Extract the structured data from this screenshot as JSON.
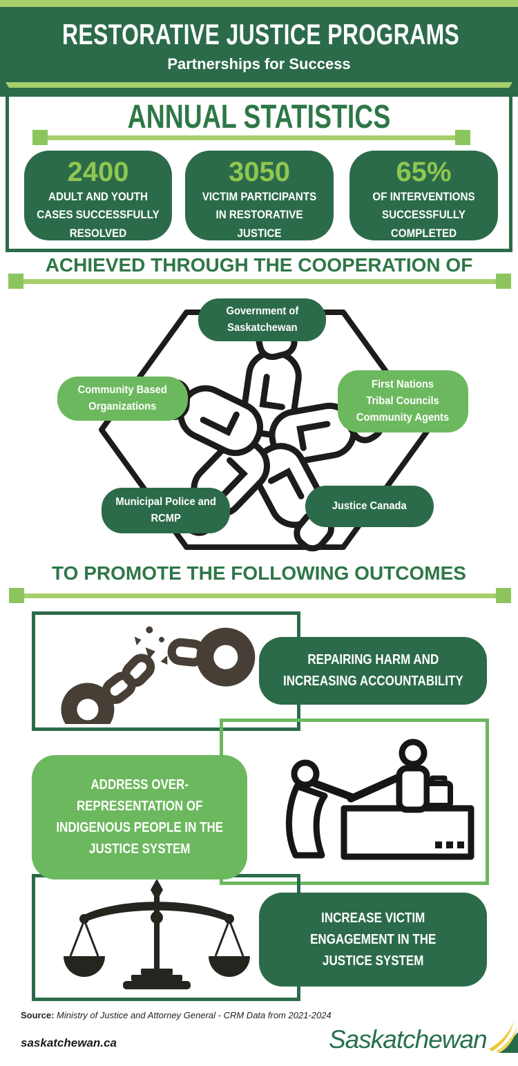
{
  "header": {
    "title": "RESTORATIVE JUSTICE PROGRAMS",
    "subtitle": "Partnerships for Success"
  },
  "stats": {
    "heading": "ANNUAL STATISTICS",
    "items": [
      {
        "value": "2400",
        "label": [
          "ADULT AND YOUTH",
          "CASES SUCCESSFULLY",
          "RESOLVED"
        ]
      },
      {
        "value": "3050",
        "label": [
          "VICTIM PARTICIPANTS",
          "IN RESTORATIVE",
          "JUSTICE"
        ]
      },
      {
        "value": "65%",
        "label": [
          "OF INTERVENTIONS",
          "SUCCESSFULLY",
          "COMPLETED"
        ]
      }
    ]
  },
  "cooperation": {
    "heading": "ACHIEVED THROUGH THE COOPERATION OF",
    "center_icon": "five-people-huddle",
    "partners": [
      {
        "label": [
          "Government of",
          "Saskatchewan"
        ],
        "style": "dark"
      },
      {
        "label": [
          "Community Based",
          "Organizations"
        ],
        "style": "light"
      },
      {
        "label": [
          "First Nations",
          "Tribal Councils",
          "Community Agents"
        ],
        "style": "light"
      },
      {
        "label": [
          "Municipal Police and",
          "RCMP"
        ],
        "style": "dark"
      },
      {
        "label": [
          "Justice Canada"
        ],
        "style": "dark"
      }
    ]
  },
  "outcomes": {
    "heading": "TO PROMOTE THE FOLLOWING OUTCOMES",
    "items": [
      {
        "label": [
          "REPAIRING HARM AND",
          "INCREASING ACCOUNTABILITY"
        ],
        "icon": "broken-handcuffs",
        "style": "dark"
      },
      {
        "label": [
          "ADDRESS OVER-",
          "REPRESENTATION OF",
          "INDIGENOUS PEOPLE IN THE",
          "JUSTICE SYSTEM"
        ],
        "icon": "person-helping-up-stairs",
        "style": "light"
      },
      {
        "label": [
          "INCREASE VICTIM",
          "ENGAGEMENT IN THE",
          "JUSTICE SYSTEM"
        ],
        "icon": "scales-of-justice",
        "style": "dark"
      }
    ]
  },
  "footer": {
    "source_label": "Source:",
    "source_text": "Ministry of Justice and Attorney General - CRM Data from 2021-2024",
    "website": "saskatchewan.ca",
    "logo_text": "Saskatchewan"
  },
  "colors": {
    "dark_green": "#2c6b4a",
    "light_green": "#6cb85e",
    "heading_green": "#2e7747",
    "accent_line": "#a6cf6b",
    "accent_square": "#8cc55e",
    "stat_number_green": "#8fc751",
    "icon_dark_gray": "#473f35",
    "icon_black": "#1d1c1a",
    "logo_green": "#27714e",
    "wheat_yellow": "#eec93f"
  }
}
